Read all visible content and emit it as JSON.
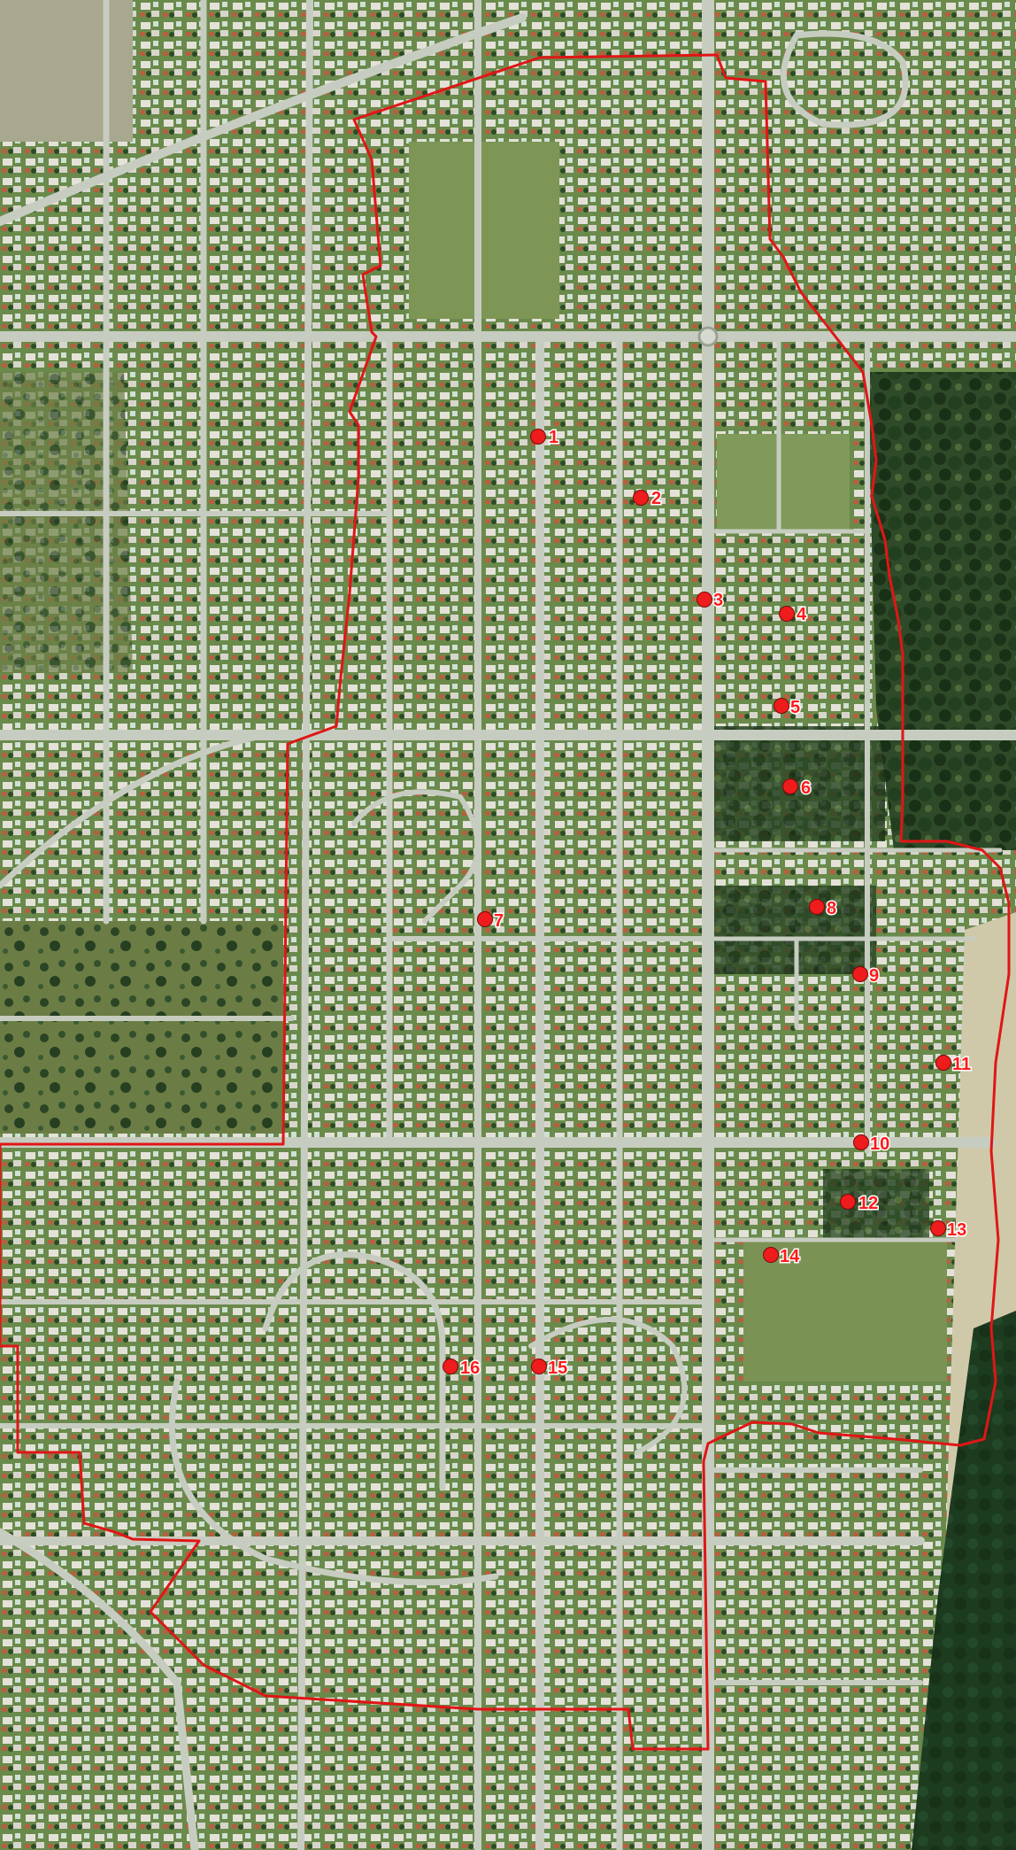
{
  "map": {
    "colors": {
      "boundary": "#e01616",
      "marker": "#ee1c1c",
      "label": "#ff1a1a",
      "road": "#c9cfc4",
      "lot_line": "#e6e9e2",
      "lawn": "#5f7d42",
      "block": "#6e8c4f",
      "bush": "#1f3a1d",
      "grass_field": "#7d8f56",
      "roof_light": "#e7e5dc",
      "roof_red": "#b05a43",
      "roof_green": "#4c9a6a",
      "beach": "#cfc9aa",
      "coast_forest": "#1c3b1f"
    },
    "markers": [
      {
        "id": "1",
        "label": "1"
      },
      {
        "id": "2",
        "label": "2"
      },
      {
        "id": "3",
        "label": "3"
      },
      {
        "id": "4",
        "label": "4"
      },
      {
        "id": "5",
        "label": "5"
      },
      {
        "id": "6",
        "label": "6"
      },
      {
        "id": "7",
        "label": "7"
      },
      {
        "id": "8",
        "label": "8"
      },
      {
        "id": "9",
        "label": "9"
      },
      {
        "id": "10",
        "label": "10"
      },
      {
        "id": "11",
        "label": "11"
      },
      {
        "id": "12",
        "label": "12"
      },
      {
        "id": "13",
        "label": "13"
      },
      {
        "id": "14",
        "label": "14"
      },
      {
        "id": "15",
        "label": "15"
      },
      {
        "id": "16",
        "label": "16"
      }
    ]
  }
}
